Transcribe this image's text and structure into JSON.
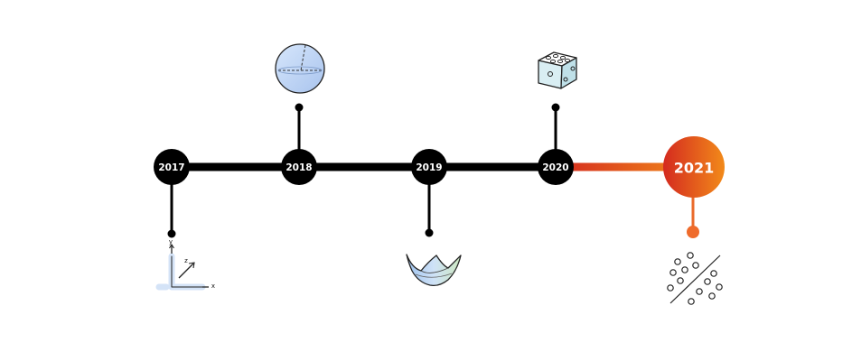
{
  "milestones": [
    {
      "year": "2017",
      "icon": "3d-axes-icon"
    },
    {
      "year": "2018",
      "icon": "sphere-cross-section-icon"
    },
    {
      "year": "2019",
      "icon": "curved-surface-icon"
    },
    {
      "year": "2020",
      "icon": "dice-icon"
    },
    {
      "year": "2021",
      "icon": "scatter-classification-icon"
    }
  ],
  "axes_icon": {
    "x_label": "x",
    "y_label": "y",
    "z_label": "z"
  },
  "colors": {
    "timeline": "#000000",
    "highlight_start": "#d42a1f",
    "highlight_end": "#f28a1a",
    "icon_blue": "#b9d0f2",
    "icon_teal": "#cfe9ef"
  }
}
